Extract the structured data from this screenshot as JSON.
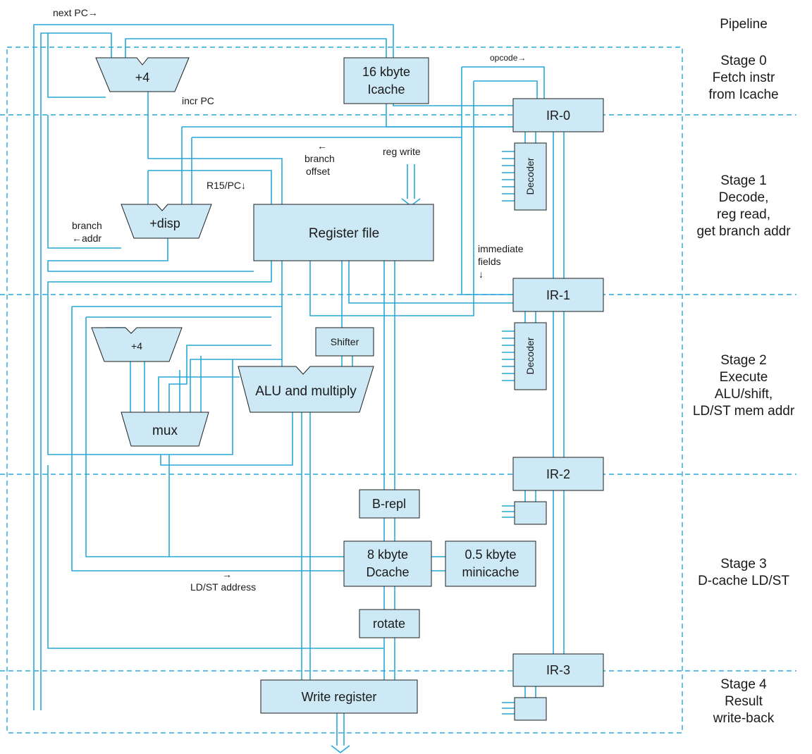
{
  "labels": {
    "next_pc": "next PC→",
    "opcode": "opcode→",
    "incr_pc": "incr PC",
    "branch_offset_arrow": "←",
    "branch_offset_1": "branch",
    "branch_offset_2": "offset",
    "reg_write": "reg write",
    "r15_pc": "R15/PC↓",
    "branch_addr_1": "branch",
    "branch_addr_2": "←addr",
    "immediate_1": "immediate",
    "immediate_2": "fields",
    "immediate_3": "↓",
    "ldst_arrow": "→",
    "ldst_address": "LD/ST address"
  },
  "blocks": {
    "plus4_top": "+4",
    "icache_1": "16 kbyte",
    "icache_2": "Icache",
    "ir0": "IR-0",
    "decoder1": "Decoder",
    "plus_disp": "+disp",
    "register_file": "Register file",
    "ir1": "IR-1",
    "plus4_mid": "+4",
    "shifter": "Shifter",
    "alu": "ALU and multiply",
    "decoder2": "Decoder",
    "mux": "mux",
    "ir2": "IR-2",
    "brepl": "B-repl",
    "dcache_1": "8 kbyte",
    "dcache_2": "Dcache",
    "minicache_1": "0.5 kbyte",
    "minicache_2": "minicache",
    "rotate": "rotate",
    "ir3": "IR-3",
    "write_register": "Write register"
  },
  "stages": {
    "pipeline": "Pipeline",
    "s0": [
      "Stage 0",
      "Fetch instr",
      "from Icache"
    ],
    "s1": [
      "Stage 1",
      "Decode,",
      "reg read,",
      "get branch addr"
    ],
    "s2": [
      "Stage 2",
      "Execute",
      "ALU/shift,",
      "LD/ST mem addr"
    ],
    "s3": [
      "Stage 3",
      "D-cache LD/ST"
    ],
    "s4": [
      "Stage 4",
      "Result",
      "write-back"
    ]
  },
  "colors": {
    "wire": "#29a8d8",
    "block_fill": "#cde9f6",
    "outline": "#1e1e1e"
  }
}
